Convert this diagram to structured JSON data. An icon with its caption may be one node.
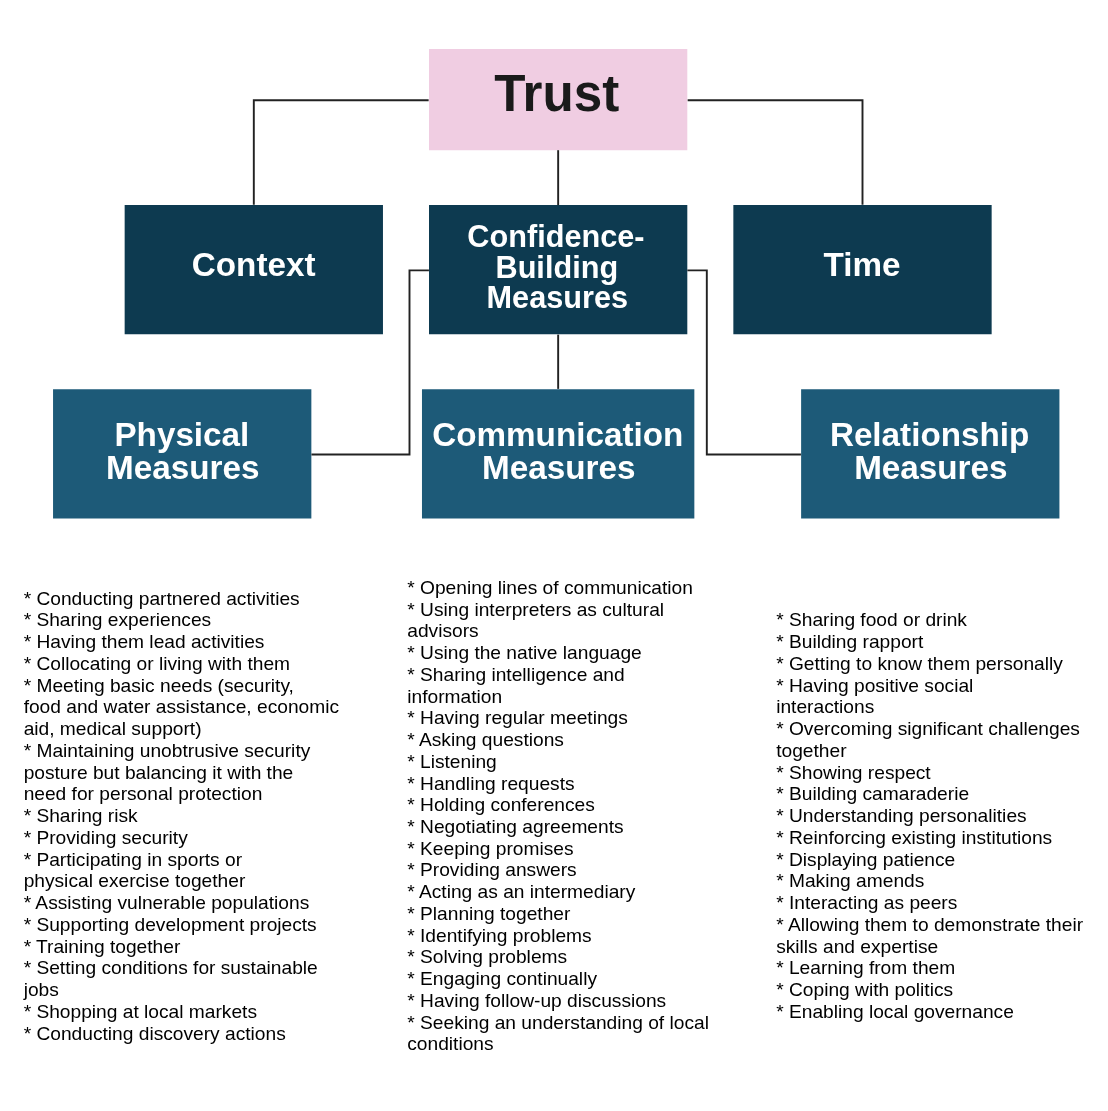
{
  "diagram": {
    "nodes": [
      {
        "text": [
          "Trust"
        ]
      },
      {
        "text": [
          "Context"
        ]
      },
      {
        "text": [
          "Confidence-Building Measures"
        ]
      },
      {
        "text": [
          "Time"
        ]
      },
      {
        "text": [
          "Physical Measures"
        ],
        "beside": [
          "* Conducting partnered activities",
          "* Sharing experiences",
          "* Having them lead activities",
          "* Collocating or living with them",
          "* Meeting basic needs (security, food and water assistance, economic aid, medical support)",
          "* Maintaining unobtrusive security posture but balancing it with the need for personal protection",
          "* Sharing risk",
          "* Providing security",
          "* Participating in sports or physical exercise together",
          "* Assisting vulnerable populations",
          "* Supporting development projects",
          "* Training together",
          "* Setting conditions for sustainable jobs",
          "* Shopping at local markets",
          "* Conducting discovery actions"
        ]
      },
      {
        "text": [
          "Communication Measures"
        ],
        "beside": [
          "* Opening lines of communication",
          "* Using interpreters as cultural advisors",
          "* Using the native language",
          "* Sharing intelligence and information",
          "* Having regular meetings",
          "* Asking questions",
          "* Listening",
          "* Handling requests",
          "* Holding conferences",
          "* Negotiating agreements",
          "* Keeping promises",
          "* Providing answers",
          "* Acting as an intermediary",
          "* Planning together",
          "* Identifying problems",
          "* Solving problems",
          "* Engaging continually",
          "* Having follow-up discussions",
          "* Seeking an understanding of local conditions"
        ]
      },
      {
        "text": [
          "Relationship Measures"
        ],
        "beside": [
          "* Sharing food or drink",
          "* Building rapport",
          "* Getting to know them personally",
          "* Having positive social interactions",
          "* Overcoming significant challenges together",
          "* Showing respect",
          "* Building camaraderie",
          "* Understanding personalities",
          "* Reinforcing existing institutions",
          "* Displaying patience",
          "* Making amends",
          "* Interacting as peers",
          "* Allowing them to demonstrate their skills and expertise",
          "* Learning from them",
          "* Coping with politics",
          "* Enabling local governance"
        ]
      }
    ],
    "edges": [
      {
        "from": 0,
        "to": 1,
        "arrow": "none"
      },
      {
        "from": 0,
        "to": 2,
        "arrow": "none"
      },
      {
        "from": 0,
        "to": 3,
        "arrow": "none"
      },
      {
        "from": 2,
        "to": 4,
        "arrow": "none"
      },
      {
        "from": 2,
        "to": 5,
        "arrow": "none"
      },
      {
        "from": 2,
        "to": 6,
        "arrow": "none"
      }
    ]
  }
}
